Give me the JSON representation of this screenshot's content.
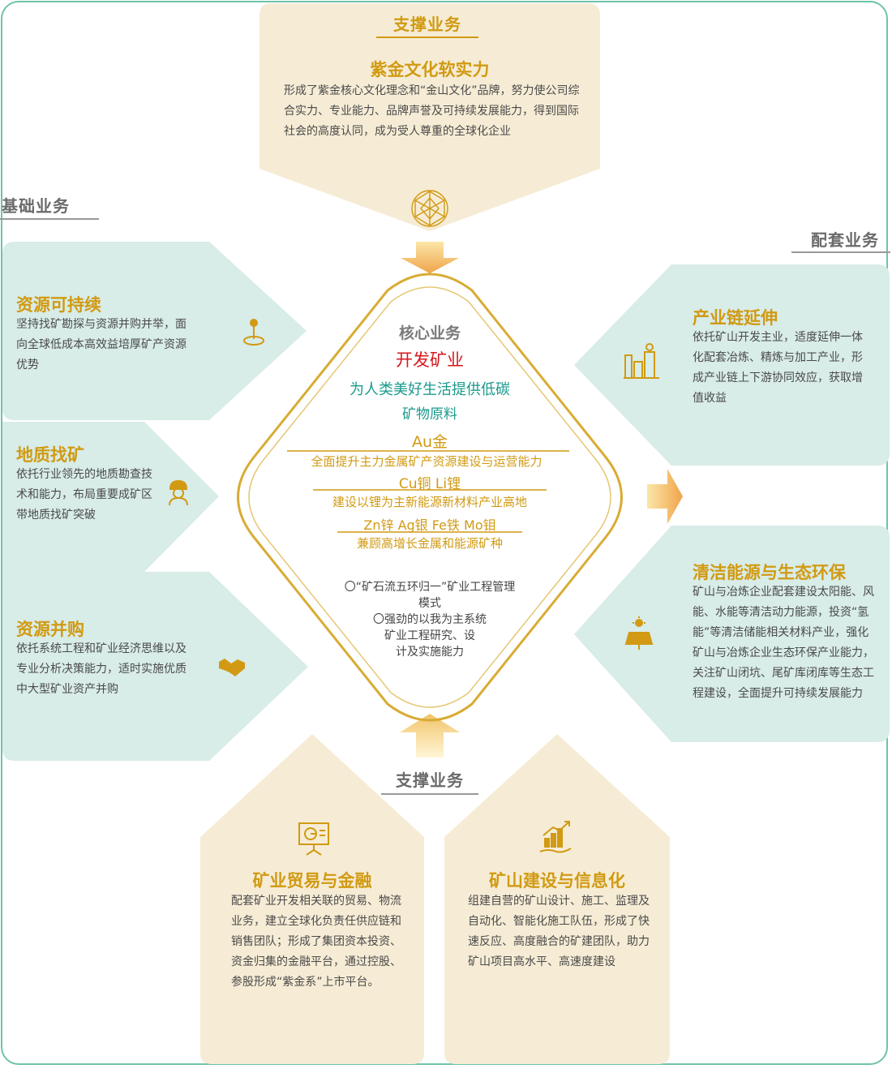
{
  "colors": {
    "mint": "#d8ece8",
    "cream": "#f6ecd5",
    "gold": "#d19a12",
    "red": "#d6181e",
    "teal": "#1a9a8c",
    "frame": "#6fc3aa"
  },
  "top": {
    "section": "支撑业务",
    "title": "紫金文化软实力",
    "text": "形成了紫金核心文化理念和“金山文化”品牌，努力使公司综合实力、专业能力、品牌声誉及可持续发展能力，得到国际社会的高度认同，成为受人尊重的全球化企业",
    "icon": "globe-network-icon"
  },
  "left": {
    "section": "基础业务",
    "items": [
      {
        "title": "资源可持续",
        "text": "坚持找矿勘探与资源并购并举，面向全球低成本高效益培厚矿产资源优势",
        "icon": "location-pin-icon"
      },
      {
        "title": "地质找矿",
        "text": "依托行业领先的地质勘查技术和能力，布局重要成矿区带地质找矿突破",
        "icon": "miner-helmet-icon"
      },
      {
        "title": "资源并购",
        "text": "依托系统工程和矿业经济思维以及专业分析决策能力，适时实施优质中大型矿业资产并购",
        "icon": "handshake-icon"
      }
    ]
  },
  "right": {
    "section": "配套业务",
    "items": [
      {
        "title": "产业链延伸",
        "text": "依托矿山开发主业，适度延伸一体化配套冶炼、精炼与加工产业，形成产业链上下游协同效应，获取增值收益",
        "icon": "factory-icon"
      },
      {
        "title": "清洁能源与生态环保",
        "text": "矿山与冶炼企业配套建设太阳能、风能、水能等清洁动力能源，投资“氢能”等清洁储能相关材料产业，强化矿山与冶炼企业生态环保产业能力，关注矿山闭坑、尾矿库闭库等生态工程建设，全面提升可持续发展能力",
        "icon": "solar-panel-icon"
      }
    ]
  },
  "core": {
    "label": "核心业务",
    "name": "开发矿业",
    "mission1": "为人类美好生活提供低碳",
    "mission2": "矿物原料",
    "metals": [
      {
        "name": "Au金",
        "desc": "全面提升主力金属矿产资源建设与运营能力"
      },
      {
        "name": "Cu铜 Li锂",
        "desc": "建设以锂为主新能源新材料产业高地"
      },
      {
        "name": "Zn锌 Ag银 Fe铁 Mo钼",
        "desc": "兼顾高增长金属和能源矿种"
      }
    ],
    "notes": [
      "〇“矿石流五环归一”矿业工程管理",
      "模式",
      "〇强劲的以我为主系统",
      "矿业工程研究、设",
      "计及实施能力"
    ]
  },
  "bottom": {
    "section": "支撑业务",
    "items": [
      {
        "title": "矿业贸易与金融",
        "text": "配套矿业开发相关联的贸易、物流业务，建立全球化负责任供应链和销售团队；形成了集团资本投资、资金归集的金融平台，通过控股、参股形成“紫金系”上市平台。",
        "icon": "presentation-chart-icon"
      },
      {
        "title": "矿山建设与信息化",
        "text": "组建自营的矿山设计、施工、监理及自动化、智能化施工队伍，形成了快速反应、高度融合的矿建团队，助力矿山项目高水平、高速度建设",
        "icon": "growth-chart-hand-icon"
      }
    ]
  }
}
